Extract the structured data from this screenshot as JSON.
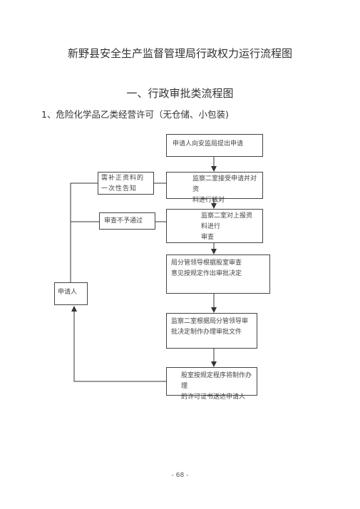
{
  "document": {
    "title": "新野县安全生产监督管理局行政权力运行流程图",
    "section_title": "一、行政审批类流程图",
    "item_title": "1、危险化学品乙类经营许可（无仓储、小包装)"
  },
  "flowchart": {
    "steps": [
      {
        "line1": "申请人向安监局提出申请",
        "line2": ""
      },
      {
        "line1": "监察二室接受申请并对资",
        "line2": "料进行核对"
      },
      {
        "line1": "监察二室对上报资料进行",
        "line2": "审查"
      },
      {
        "line1": "局分管领导根据股室审查",
        "line2": "意见按规定作出审批决定"
      },
      {
        "line1": "监察二室根据局分管领导审",
        "line2": "批决定制作办理审批文件"
      },
      {
        "line1": "股室按规定程序将制作办理",
        "line2": "的许可证书送达申请人"
      }
    ],
    "side_boxes": {
      "supplement": {
        "line1": "需补正资料的",
        "line2": "一次性告知"
      },
      "reject": "审查不予通过",
      "applicant": "申请人"
    }
  },
  "footer": {
    "page_number": "- 68 -"
  }
}
